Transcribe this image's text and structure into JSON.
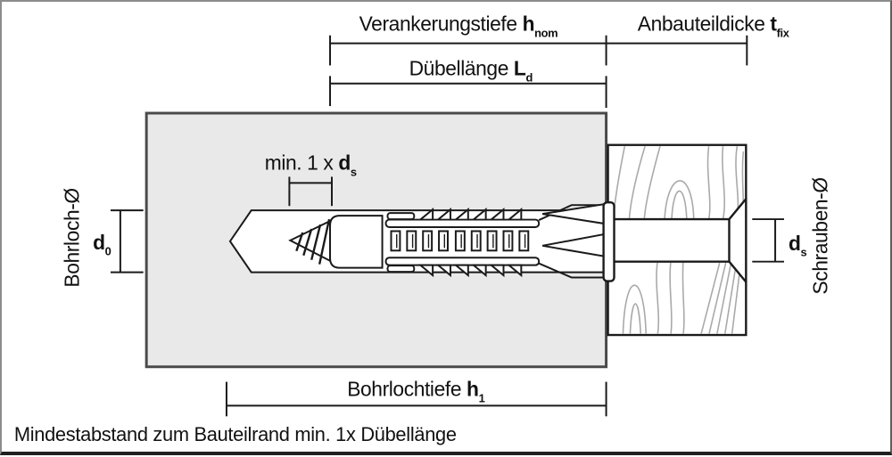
{
  "labels": {
    "anchoring_depth": {
      "text": "Verankerungstiefe ",
      "symbol": "h",
      "sub": "nom"
    },
    "attachment_thickness": {
      "text": "Anbauteildicke ",
      "symbol": "t",
      "sub": "fix"
    },
    "dowel_length": {
      "text": "Dübellänge ",
      "symbol": "L",
      "sub": "d"
    },
    "min_tip_distance": {
      "text": "min. 1 x ",
      "symbol": "d",
      "sub": "s"
    },
    "drill_hole_diameter": {
      "name": "Bohrloch-Ø",
      "symbol": "d",
      "sub": "0"
    },
    "screw_diameter": {
      "name": "Schrauben-Ø",
      "symbol": "d",
      "sub": "s"
    },
    "drill_hole_depth": {
      "text": "Bohrlochtiefe ",
      "symbol": "h",
      "sub": "1"
    },
    "footer_note": "Mindestabstand zum Bauteilrand min. 1x Dübellänge"
  },
  "colors": {
    "line": "#1a1a1a",
    "text": "#111111",
    "wall-fill": "#e9e9e9",
    "wall-border": "#4a4a4a",
    "wood-grain": "#a9a9a9",
    "frame-border": "#8c8c8c",
    "frame-side": "#5e5e5e",
    "frame-bottom": "#1f1f1f"
  }
}
